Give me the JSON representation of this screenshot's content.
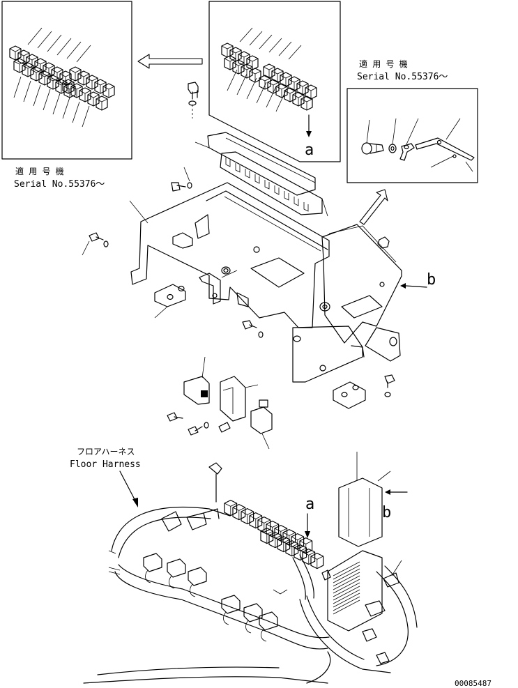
{
  "labels": {
    "serial_jp": "適 用 号 機",
    "serial_en": "Serial No.55376～",
    "floor_harness_jp": "フロアハーネス",
    "floor_harness_en": "Floor Harness",
    "callout_a": "a",
    "callout_b": "b",
    "drawing_number": "00085487"
  }
}
